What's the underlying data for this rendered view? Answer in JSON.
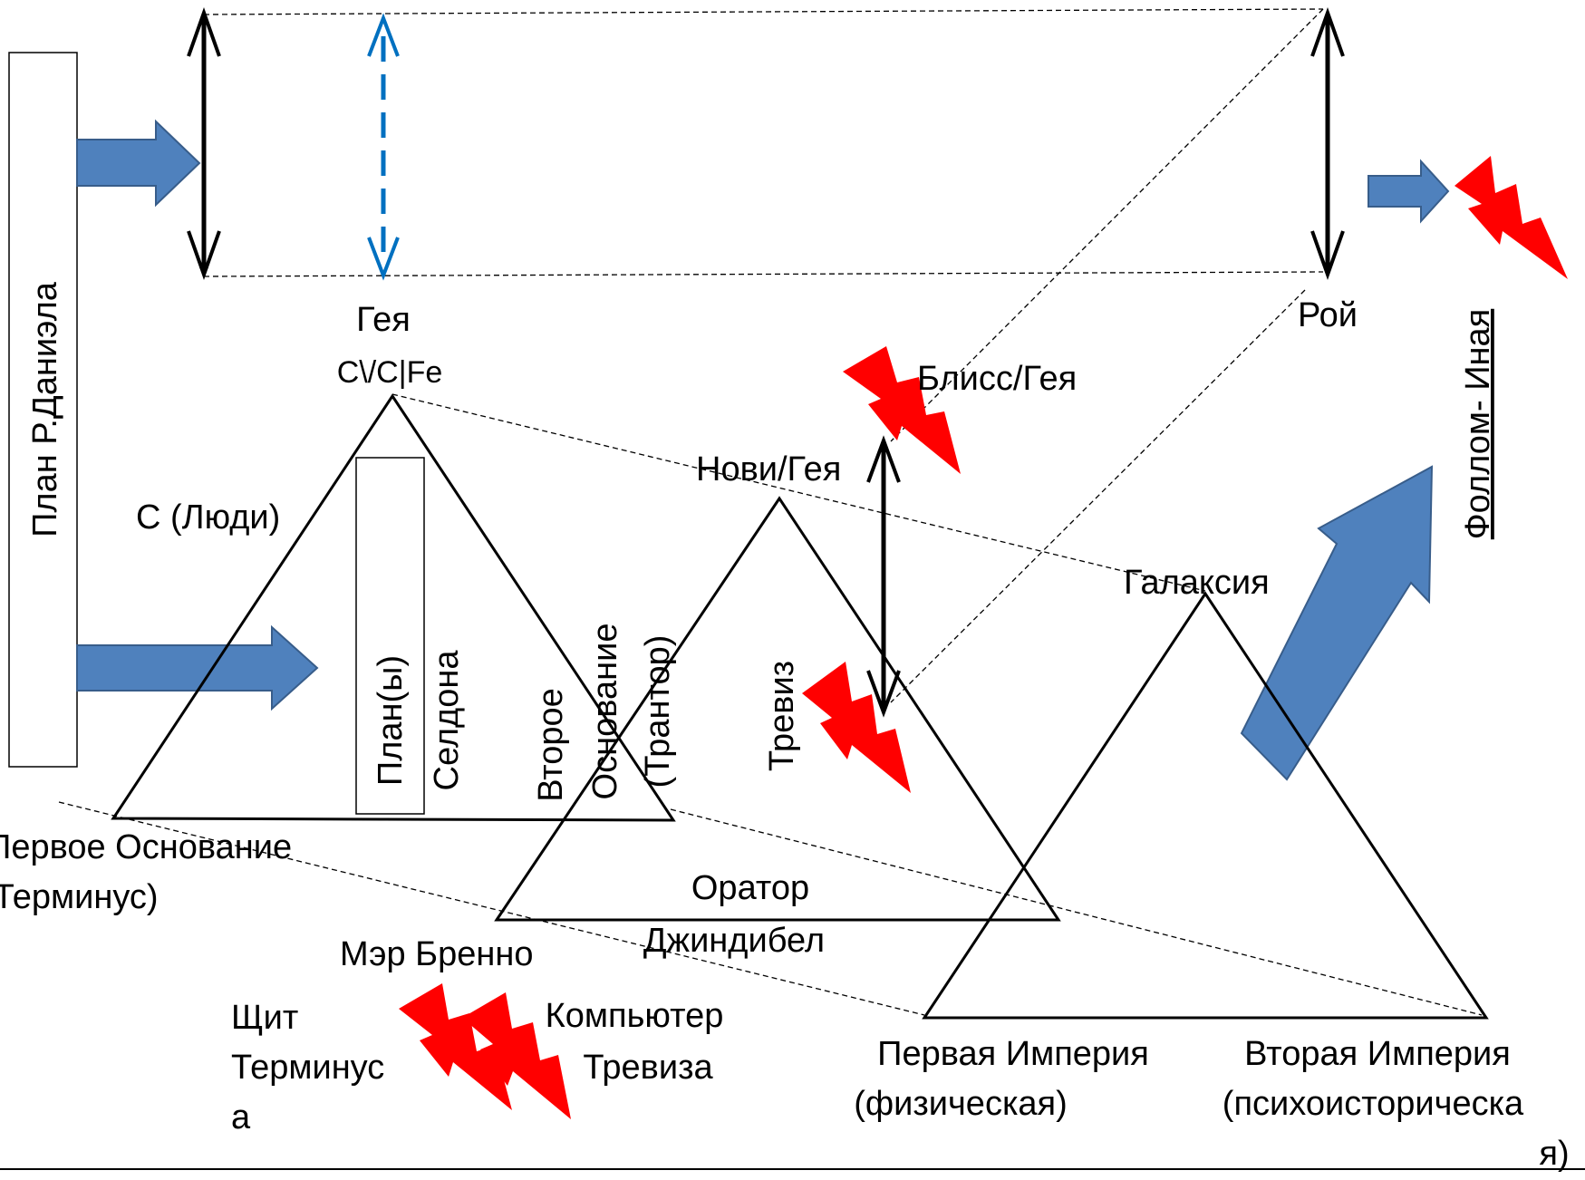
{
  "labels": {
    "plan_daniel": "План Р.Даниэла",
    "gaia": "Гея",
    "gaia_formula": "C\\/C|Fe",
    "swarm": "Рой",
    "follom": "Фоллом- Иная",
    "bliss": "Блисс/Гея",
    "novi": "Нови/Гея",
    "people": "С (Люди)",
    "plans_line1": "План(ы)",
    "plans_line2": "Селдона",
    "second_found_line1": "Второе",
    "second_found_line2": "Основание",
    "second_found_line3": "(Трантор)",
    "trevize": "Тревиз",
    "galaxy": "Галаксия",
    "first_found_line1": "Первое Основание",
    "first_found_line2": "(Терминус)",
    "orator_line1": "Оратор",
    "orator_line2": "Джиндибел",
    "mayor": "Мэр Бренно",
    "shield_line1": "Щит",
    "shield_line2": "Терминус",
    "shield_line3": "а",
    "computer_line1": "Компьютер",
    "computer_line2": "Тревиза",
    "first_empire_line1": "Первая Империя",
    "first_empire_line2": "(физическая)",
    "second_empire_line1": "Вторая Империя",
    "second_empire_line2": "(психоисторическа",
    "second_empire_line3": "я)"
  },
  "colors": {
    "arrow_fill": "#4f81bd",
    "arrow_stroke": "#385d8a",
    "lightning": "#ff0000",
    "dashed_blue": "#0070c0",
    "line": "#000000"
  }
}
